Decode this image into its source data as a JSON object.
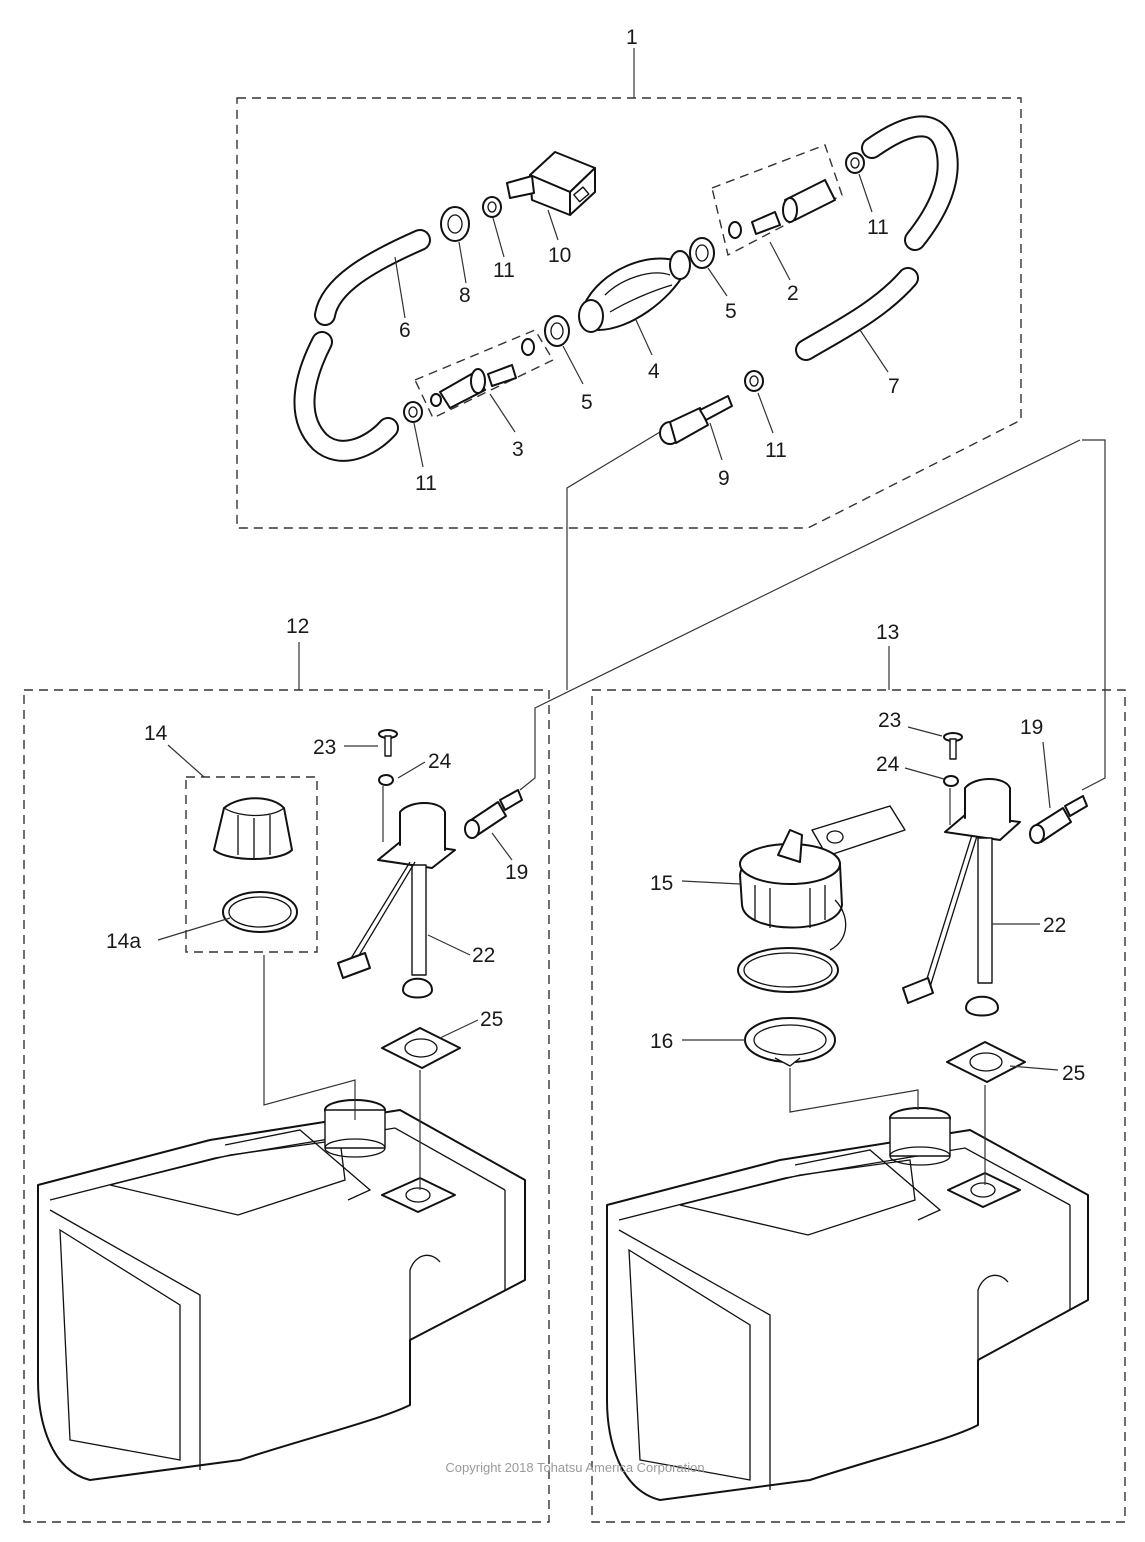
{
  "callouts": {
    "c1": "1",
    "c2": "2",
    "c3": "3",
    "c4": "4",
    "c5a": "5",
    "c5b": "5",
    "c6": "6",
    "c7": "7",
    "c8": "8",
    "c9": "9",
    "c10": "10",
    "c11a": "11",
    "c11b": "11",
    "c11c": "11",
    "c11d": "11",
    "c12": "12",
    "c13": "13",
    "c14": "14",
    "c14a": "14a",
    "c15": "15",
    "c16": "16",
    "c19a": "19",
    "c19b": "19",
    "c22a": "22",
    "c22b": "22",
    "c23a": "23",
    "c23b": "23",
    "c24a": "24",
    "c24b": "24",
    "c25a": "25",
    "c25b": "25"
  },
  "copyright": "Copyright 2018 Tohatsu America Corporation"
}
